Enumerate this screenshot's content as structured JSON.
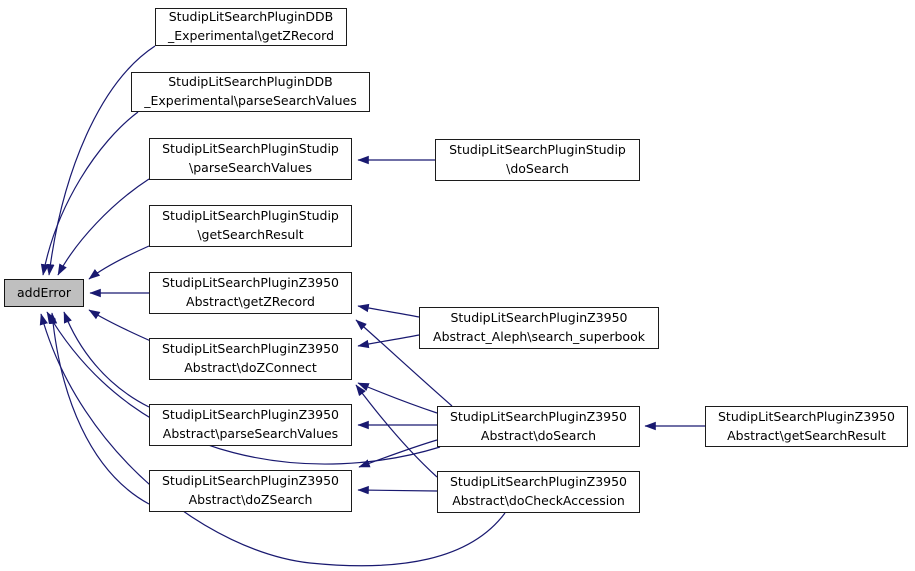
{
  "diagram": {
    "kind": "caller-graph",
    "focus_function": "addError"
  },
  "colors": {
    "edge": "#191970",
    "node_border": "#1c1c1c",
    "node_fill": "#ffffff",
    "highlight_fill": "#bfbfbf",
    "text": "#000000",
    "background": "#ffffff"
  },
  "nodes": [
    {
      "id": "addError",
      "label": "addError",
      "highlighted": true
    },
    {
      "id": "ddb-getzrecord",
      "label": "StudipLitSearchPluginDDB\n_Experimental\\getZRecord",
      "highlighted": false
    },
    {
      "id": "ddb-parsesearchvalues",
      "label": "StudipLitSearchPluginDDB\n_Experimental\\parseSearchValues",
      "highlighted": false
    },
    {
      "id": "studip-parsesearchvalues",
      "label": "StudipLitSearchPluginStudip\n\\parseSearchValues",
      "highlighted": false
    },
    {
      "id": "studip-getsearchresult",
      "label": "StudipLitSearchPluginStudip\n\\getSearchResult",
      "highlighted": false
    },
    {
      "id": "z3950-getzrecord",
      "label": "StudipLitSearchPluginZ3950\nAbstract\\getZRecord",
      "highlighted": false
    },
    {
      "id": "z3950-dozconnect",
      "label": "StudipLitSearchPluginZ3950\nAbstract\\doZConnect",
      "highlighted": false
    },
    {
      "id": "z3950-parsesearchvalues",
      "label": "StudipLitSearchPluginZ3950\nAbstract\\parseSearchValues",
      "highlighted": false
    },
    {
      "id": "z3950-dozsearch",
      "label": "StudipLitSearchPluginZ3950\nAbstract\\doZSearch",
      "highlighted": false
    },
    {
      "id": "studip-dosearch",
      "label": "StudipLitSearchPluginStudip\n\\doSearch",
      "highlighted": false
    },
    {
      "id": "aleph-search-superbook",
      "label": "StudipLitSearchPluginZ3950\nAbstract_Aleph\\search_superbook",
      "highlighted": false
    },
    {
      "id": "z3950-dosearch",
      "label": "StudipLitSearchPluginZ3950\nAbstract\\doSearch",
      "highlighted": false
    },
    {
      "id": "z3950-docheckaccession",
      "label": "StudipLitSearchPluginZ3950\nAbstract\\doCheckAccession",
      "highlighted": false
    },
    {
      "id": "z3950-getsearchresult",
      "label": "StudipLitSearchPluginZ3950\nAbstract\\getSearchResult",
      "highlighted": false
    }
  ],
  "edges": [
    {
      "from": "ddb-getzrecord",
      "to": "addError"
    },
    {
      "from": "ddb-parsesearchvalues",
      "to": "addError"
    },
    {
      "from": "studip-parsesearchvalues",
      "to": "addError"
    },
    {
      "from": "studip-getsearchresult",
      "to": "addError"
    },
    {
      "from": "z3950-getzrecord",
      "to": "addError"
    },
    {
      "from": "z3950-dozconnect",
      "to": "addError"
    },
    {
      "from": "z3950-parsesearchvalues",
      "to": "addError"
    },
    {
      "from": "z3950-dozsearch",
      "to": "addError"
    },
    {
      "from": "z3950-dosearch",
      "to": "addError"
    },
    {
      "from": "z3950-docheckaccession",
      "to": "addError"
    },
    {
      "from": "studip-dosearch",
      "to": "studip-parsesearchvalues"
    },
    {
      "from": "aleph-search-superbook",
      "to": "z3950-getzrecord"
    },
    {
      "from": "aleph-search-superbook",
      "to": "z3950-dozconnect"
    },
    {
      "from": "z3950-dosearch",
      "to": "z3950-getzrecord"
    },
    {
      "from": "z3950-dosearch",
      "to": "z3950-dozconnect"
    },
    {
      "from": "z3950-docheckaccession",
      "to": "z3950-dozconnect"
    },
    {
      "from": "z3950-dosearch",
      "to": "z3950-parsesearchvalues"
    },
    {
      "from": "z3950-dosearch",
      "to": "z3950-dozsearch"
    },
    {
      "from": "z3950-docheckaccession",
      "to": "z3950-dozsearch"
    },
    {
      "from": "z3950-getsearchresult",
      "to": "z3950-dosearch"
    }
  ]
}
